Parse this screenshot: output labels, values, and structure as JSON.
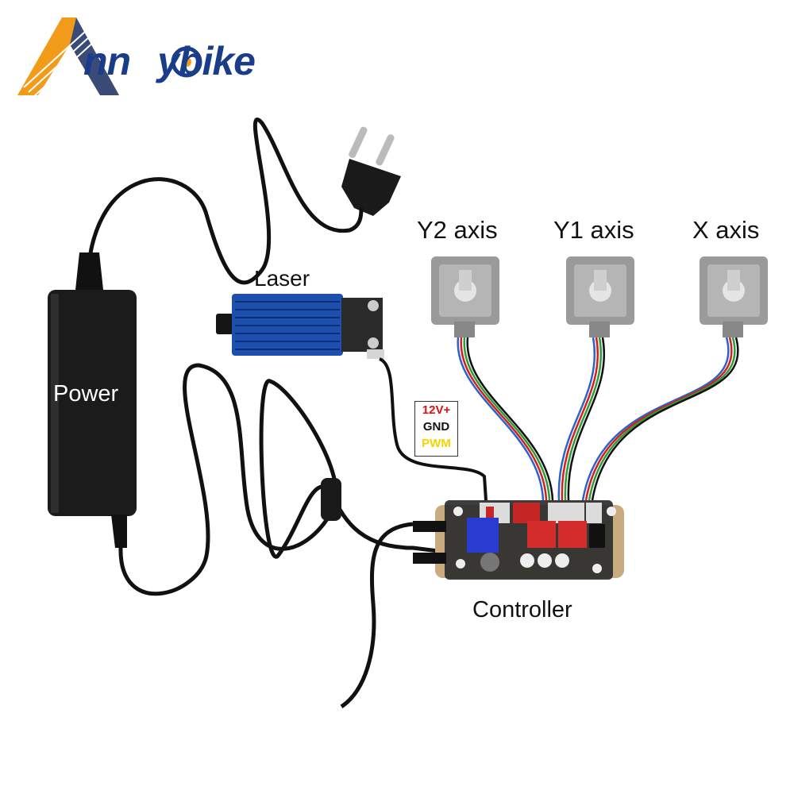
{
  "brand": {
    "logo_text": "Annoybike",
    "logo_letter": "A",
    "logo_rest": "nn",
    "logo_tail": "ybike",
    "colors": {
      "orange": "#f29a1a",
      "navy": "#1a3d8a"
    }
  },
  "labels": {
    "y2_axis": "Y2 axis",
    "y1_axis": "Y1 axis",
    "x_axis": "X axis",
    "laser": "Laser",
    "power": "Power",
    "controller": "Controller"
  },
  "wire_legend": {
    "v12": "12V+",
    "gnd": "GND",
    "pwm": "PWM",
    "colors": {
      "v12": "#e01010",
      "gnd": "#111111",
      "pwm": "#f5d400"
    }
  },
  "components": {
    "power_supply_color": "#111111",
    "laser_color": "#1d4fae",
    "controller_color": "#c9ab80",
    "motor_color": "#9a9a9a"
  }
}
